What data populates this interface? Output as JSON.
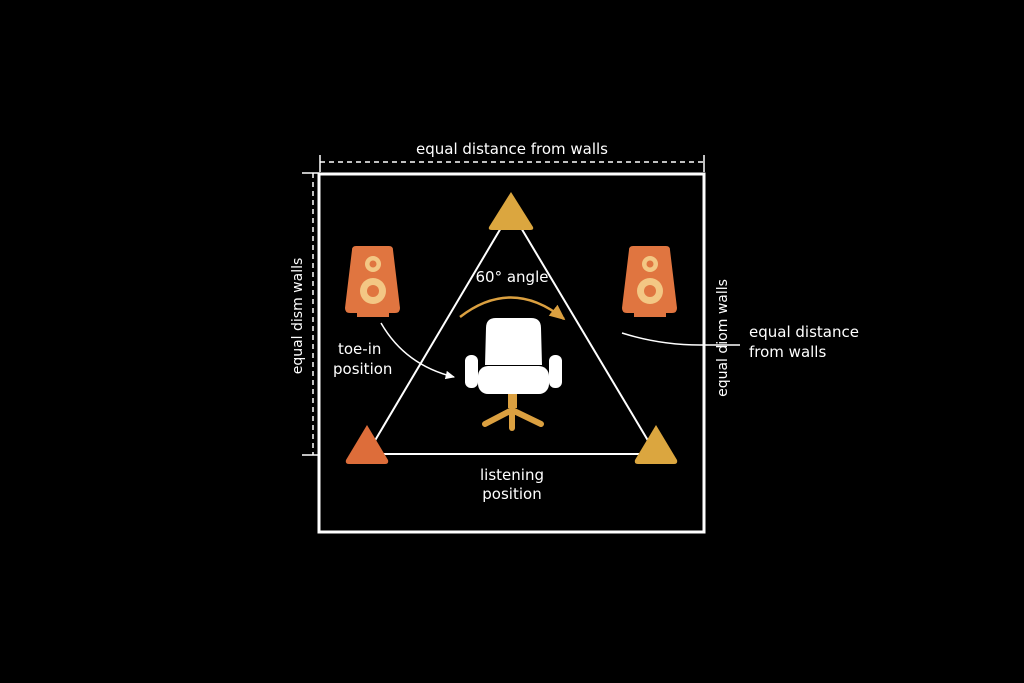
{
  "labels": {
    "top_wall": "equal distance from walls",
    "left_wall": "equal dism walls",
    "right_wall_vertical": "equal diom walls",
    "right_callout_line1": "equal distance",
    "right_callout_line2": "from walls",
    "angle": "60° angle",
    "toe_in_line1": "toe-in",
    "toe_in_line2": "position",
    "listening_line1": "listening",
    "listening_line2": "position"
  },
  "icons": {
    "left_speaker": "speaker-icon",
    "right_speaker": "speaker-icon",
    "chair": "office-chair-icon",
    "vertex_top": "triangle-marker-icon",
    "vertex_left": "triangle-marker-icon",
    "vertex_right": "triangle-marker-icon"
  },
  "colors": {
    "background": "#000000",
    "lines": "#ffffff",
    "speaker": "#e07540",
    "speaker_cone": "#f3c784",
    "vertex_gold": "#dba63f",
    "vertex_orange": "#dd6d3a",
    "angle_arrow": "#dba040",
    "chair_base": "#dba040"
  }
}
